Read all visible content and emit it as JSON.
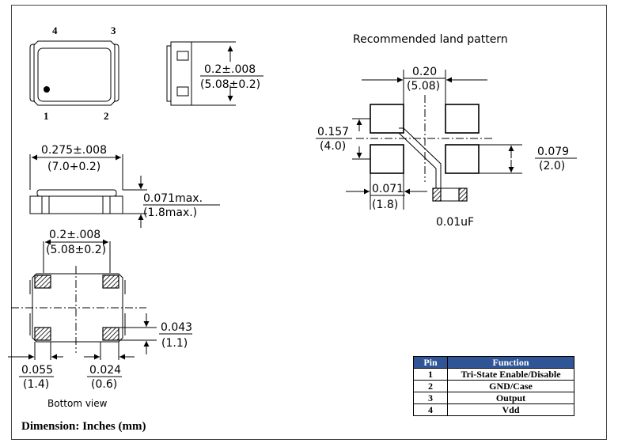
{
  "pins": {
    "p1": "1",
    "p2": "2",
    "p3": "3",
    "p4": "4"
  },
  "side_view": {
    "height": "0.2±.008",
    "height_mm": "(5.08±0.2)"
  },
  "front_view": {
    "length": "0.275±.008",
    "length_mm": "(7.0+0.2)",
    "thickness": "0.071max.",
    "thickness_mm": "(1.8max.)"
  },
  "bottom_view": {
    "pitch": "0.2±.008",
    "pitch_mm": "(5.08±0.2)",
    "pad_height": "0.043",
    "pad_height_mm": "(1.1)",
    "pad_width": "0.055",
    "pad_width_mm": "(1.4)",
    "pad_gap": "0.024",
    "pad_gap_mm": "(0.6)",
    "caption": "Bottom view"
  },
  "land_pattern": {
    "title": "Recommended land pattern",
    "gap": "0.20",
    "gap_mm": "(5.08)",
    "pitch": "0.157",
    "pitch_mm": "(4.0)",
    "pad_height": "0.079",
    "pad_height_mm": "(2.0)",
    "pad_width": "0.071",
    "pad_width_mm": "(1.8)",
    "capacitor": "0.01uF"
  },
  "pin_table": {
    "headers": [
      "Pin",
      "Function"
    ],
    "rows": [
      {
        "pin": "1",
        "function": "Tri-State Enable/Disable"
      },
      {
        "pin": "2",
        "function": "GND/Case"
      },
      {
        "pin": "3",
        "function": "Output"
      },
      {
        "pin": "4",
        "function": "Vdd"
      }
    ]
  },
  "footer": "Dimension: Inches (mm)"
}
